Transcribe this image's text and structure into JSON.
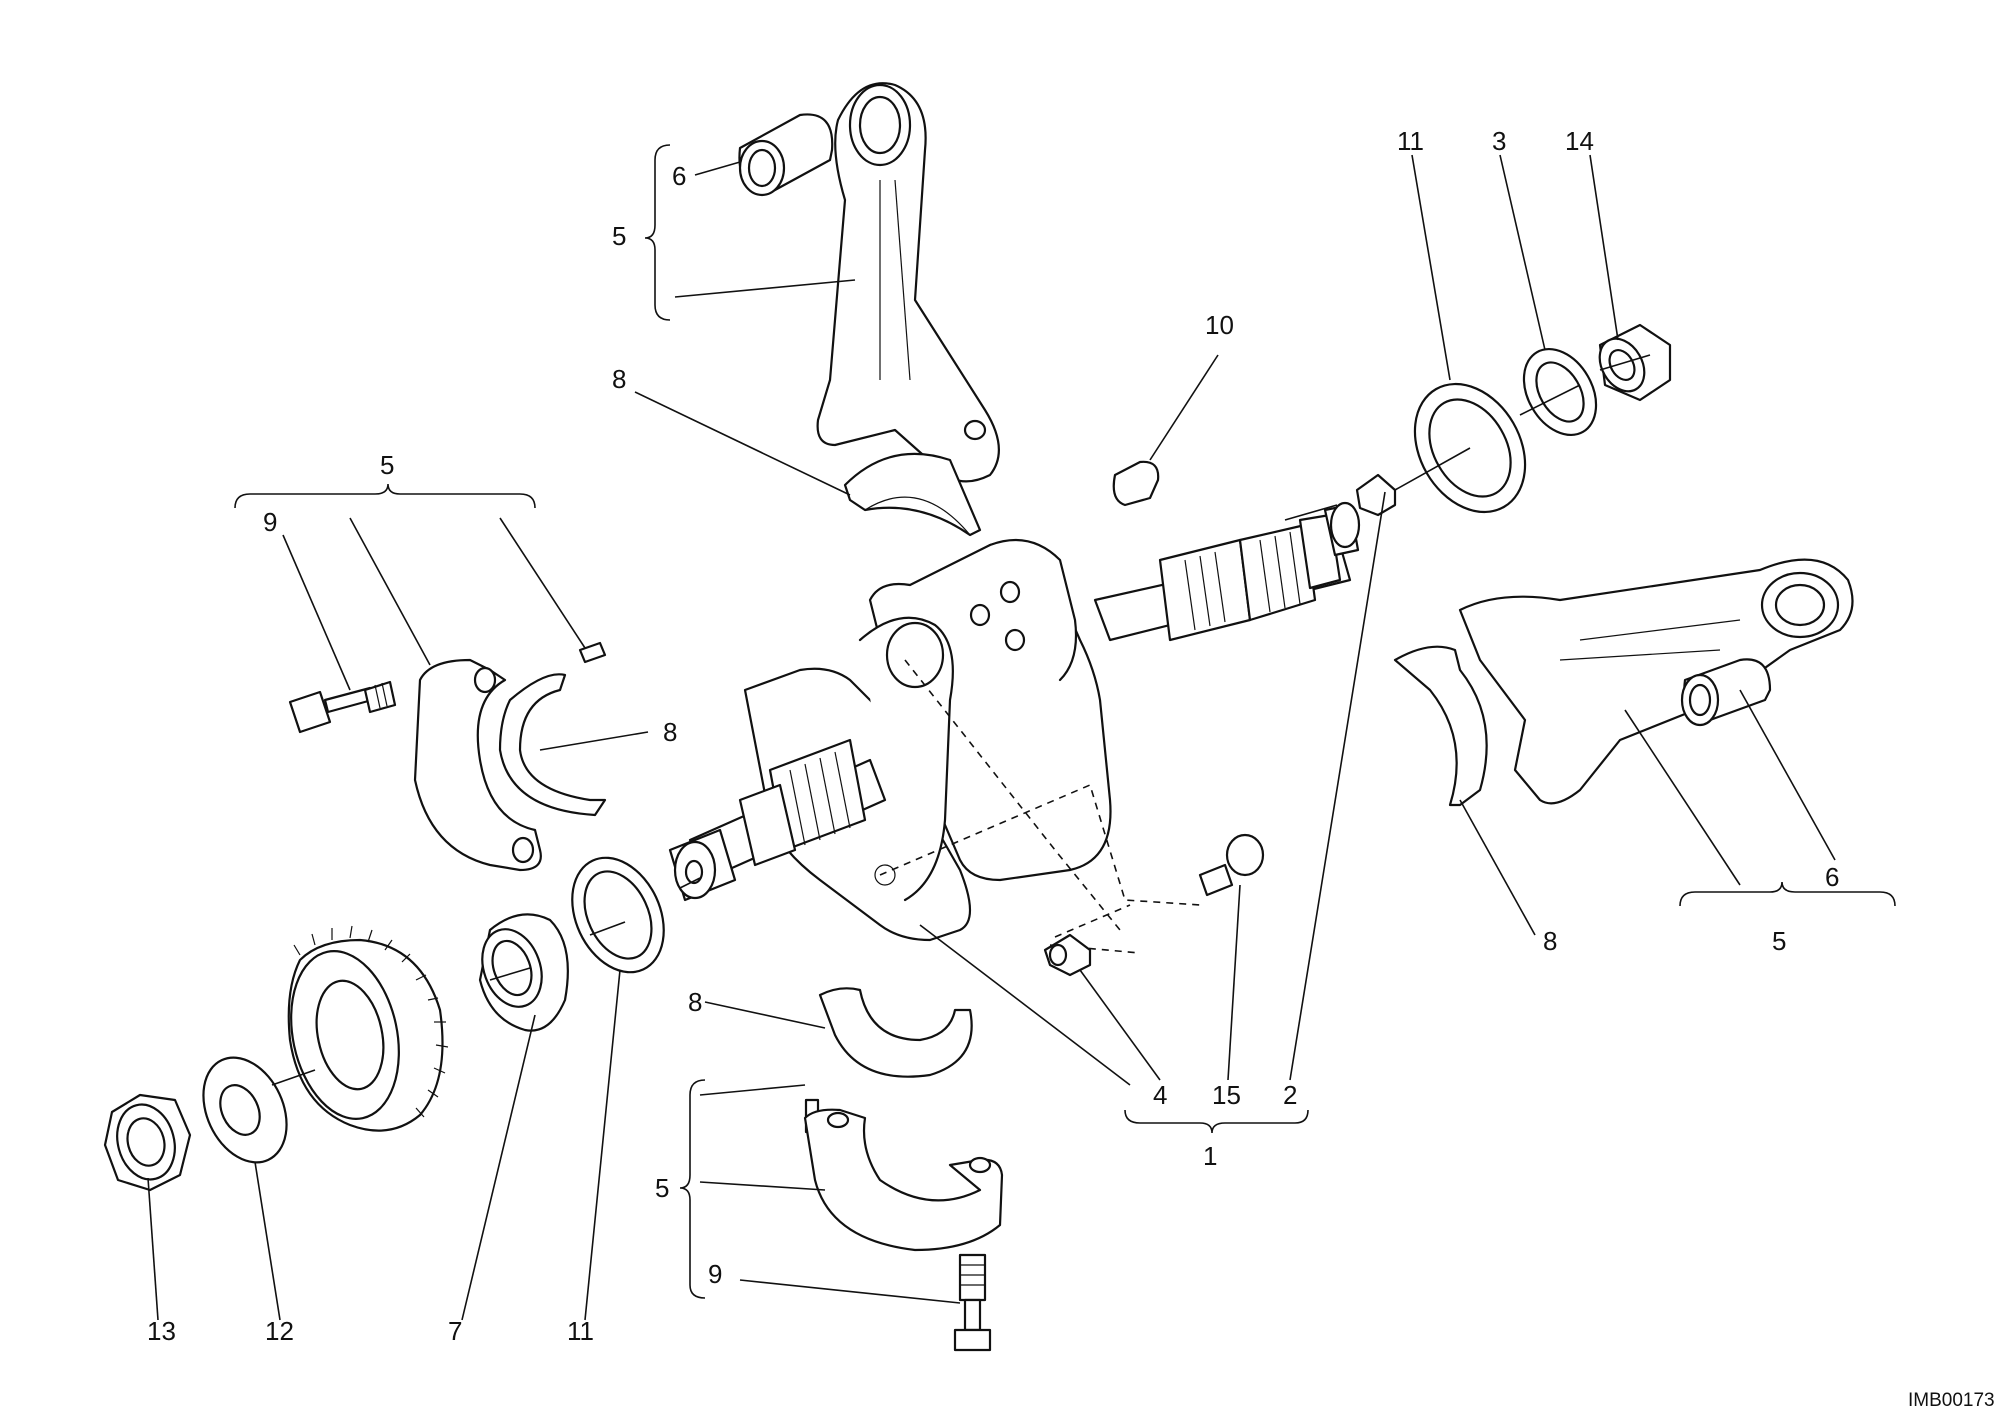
{
  "diagram": {
    "labels": {
      "l_5_top": "5",
      "l_6_top": "6",
      "l_8_top": "8",
      "l_10": "10",
      "l_11_top": "11",
      "l_3": "3",
      "l_14": "14",
      "l_5_left": "5",
      "l_9_left": "9",
      "l_8_left": "8",
      "l_8_right": "8",
      "l_6_right": "6",
      "l_5_right": "5",
      "l_8_mid": "8",
      "l_5_bottom": "5",
      "l_9_bottom": "9",
      "l_4": "4",
      "l_15": "15",
      "l_2": "2",
      "l_1": "1",
      "l_13": "13",
      "l_12": "12",
      "l_7": "7",
      "l_11_bottom": "11"
    },
    "code": "IMB00173",
    "parts": [
      "connecting-rod-top",
      "small-end-bushing-top",
      "big-end-bearing-top",
      "woodruff-key",
      "shim-ring-right",
      "spacer-ring",
      "nut-right",
      "plug-right",
      "rod-cap-left",
      "bolt-left",
      "dowel-pin-left",
      "bearing-shell-left",
      "crankshaft",
      "connecting-rod-right",
      "small-end-bushing-right",
      "big-end-bearing-right",
      "plug-center",
      "plug-screw",
      "bearing-shell-mid",
      "dowel-pin-bottom",
      "rod-cap-bottom",
      "bolt-bottom",
      "oil-seal-ring",
      "shim-ring-left",
      "gear",
      "lock-washer",
      "nut-left"
    ]
  }
}
